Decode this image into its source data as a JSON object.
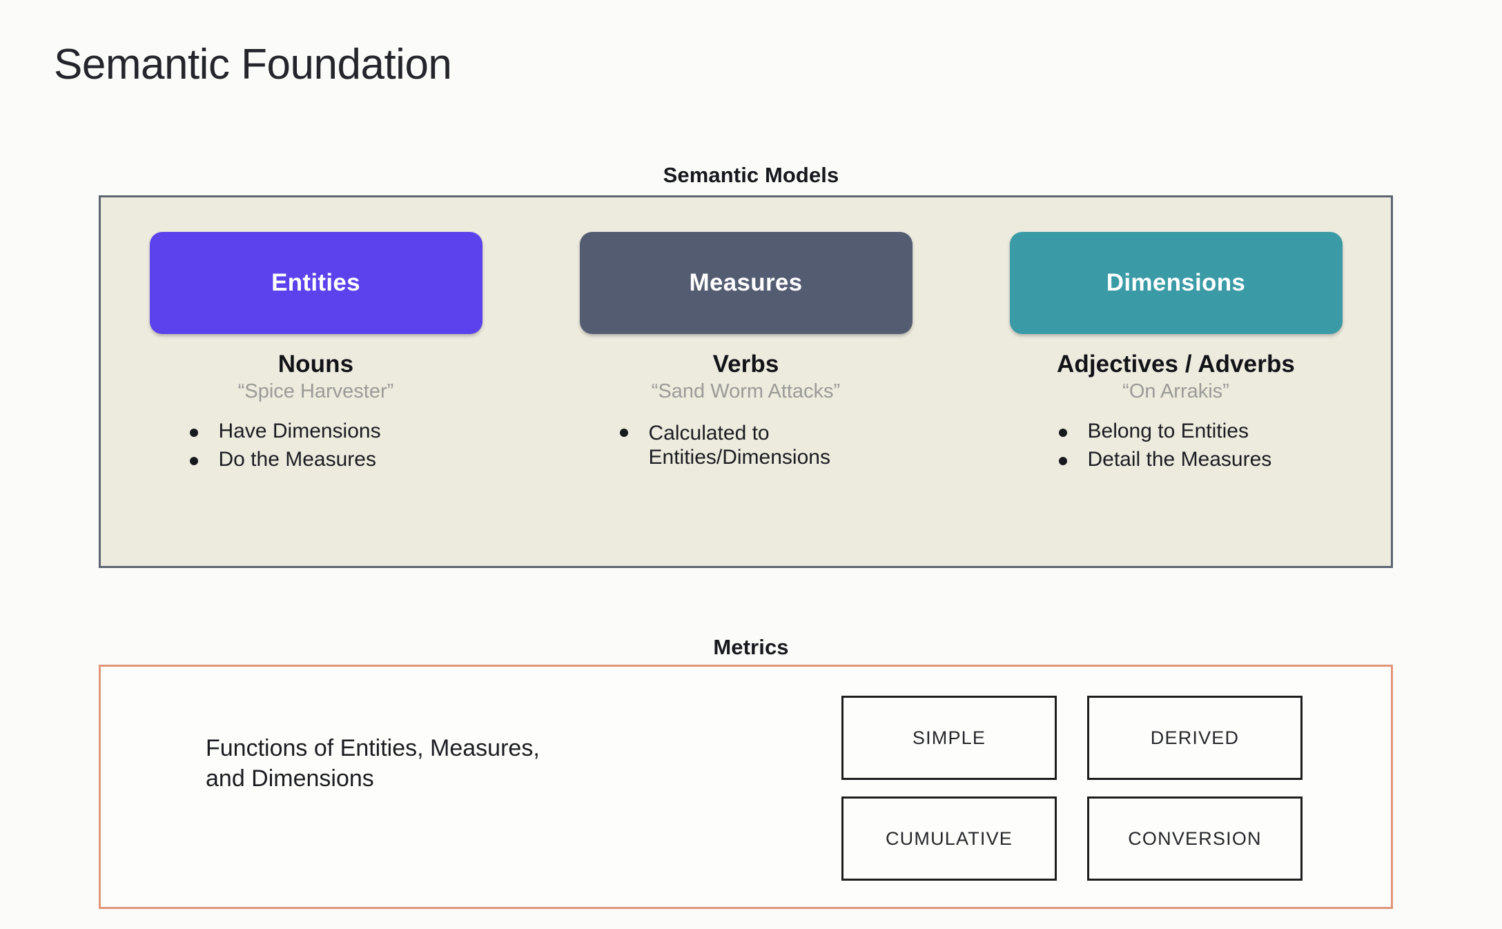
{
  "slide": {
    "title": "Semantic Foundation"
  },
  "semantic_models": {
    "header": "Semantic Models",
    "panel_bg": "#edeade",
    "panel_border": "#5c6472",
    "columns": [
      {
        "pill_label": "Entities",
        "pill_color": "#5b42ec",
        "part_of_speech": "Nouns",
        "example": "“Spice Harvester”",
        "bullets": [
          "Have Dimensions",
          "Do the Measures"
        ]
      },
      {
        "pill_label": "Measures",
        "pill_color": "#545c72",
        "part_of_speech": "Verbs",
        "example": "“Sand Worm Attacks”",
        "bullets": [
          "Calculated to Entities/Dimensions"
        ]
      },
      {
        "pill_label": "Dimensions",
        "pill_color": "#3a9aa5",
        "part_of_speech": "Adjectives / Adverbs",
        "example": "“On Arrakis”",
        "bullets": [
          "Belong to Entities",
          "Detail the Measures"
        ]
      }
    ]
  },
  "metrics": {
    "header": "Metrics",
    "panel_border": "#e09578",
    "description_line1": "Functions of Entities, Measures,",
    "description_line2": "and Dimensions",
    "types": [
      "SIMPLE",
      "DERIVED",
      "CUMULATIVE",
      "CONVERSION"
    ]
  }
}
